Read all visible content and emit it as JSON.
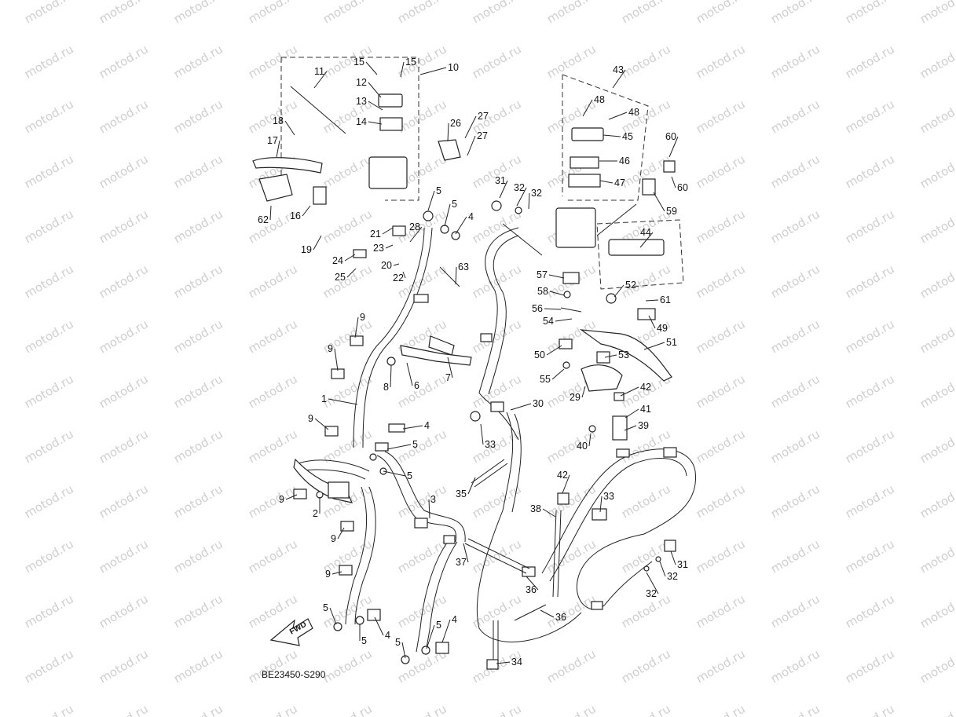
{
  "watermark": "motod.ru",
  "code": "BE23450-S290",
  "fwd": "FWD",
  "labels": [
    "1",
    "2",
    "3",
    "4",
    "5",
    "6",
    "7",
    "8",
    "9",
    "10",
    "11",
    "12",
    "13",
    "14",
    "15",
    "16",
    "17",
    "18",
    "19",
    "20",
    "21",
    "22",
    "23",
    "24",
    "25",
    "26",
    "27",
    "28",
    "29",
    "30",
    "31",
    "32",
    "33",
    "34",
    "35",
    "36",
    "37",
    "38",
    "39",
    "40",
    "41",
    "42",
    "43",
    "44",
    "45",
    "46",
    "47",
    "48",
    "49",
    "50",
    "51",
    "52",
    "53",
    "54",
    "55",
    "56",
    "57",
    "58",
    "59",
    "60",
    "61",
    "62",
    "63"
  ]
}
